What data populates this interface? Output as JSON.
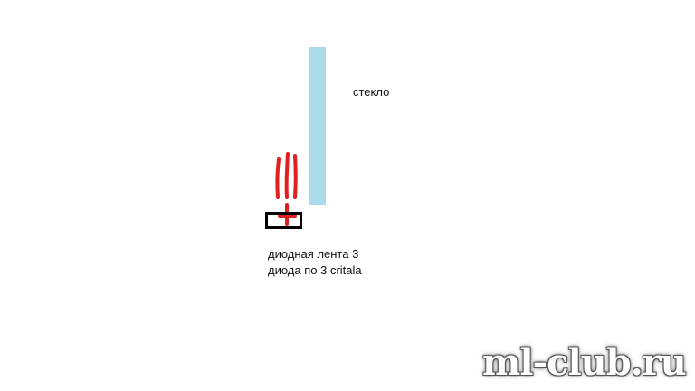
{
  "labels": {
    "glass": "стекло",
    "strip_line1": "диодная лента 3",
    "strip_line2": "диода по 3 critala"
  },
  "watermark": "ml-club.ru",
  "colors": {
    "glass": "#a9dbea",
    "light_rays": "#e02020",
    "diode_outline": "#000000",
    "text": "#111111"
  }
}
